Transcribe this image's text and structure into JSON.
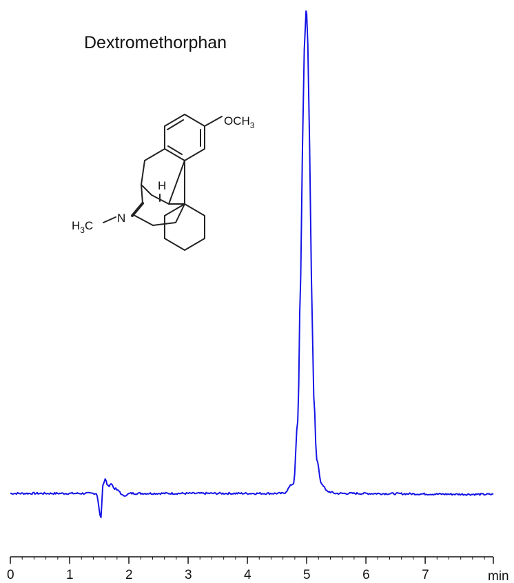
{
  "chart_data": {
    "type": "line",
    "title": "Dextromethorphan",
    "xlabel": "",
    "ylabel": "",
    "x_unit_label": "min",
    "xlim": [
      0,
      8.15
    ],
    "ylim": [
      -0.1,
      1.0
    ],
    "x_ticks": [
      0,
      1,
      2,
      3,
      4,
      5,
      6,
      7
    ],
    "x_tick_labels": [
      "0",
      "1",
      "2",
      "3",
      "4",
      "5",
      "6",
      "7"
    ],
    "grid": false,
    "legend": "none",
    "series": [
      {
        "color": "#1414e6",
        "x": [
          0,
          1.2,
          1.45,
          1.53,
          1.56,
          1.6,
          1.65,
          1.7,
          1.76,
          1.83,
          1.9,
          1.96,
          2.02,
          2.1,
          2.5,
          4.6,
          4.78,
          4.85,
          4.9,
          4.93,
          4.96,
          4.99,
          5.0,
          5.02,
          5.05,
          5.08,
          5.12,
          5.17,
          5.25,
          5.35,
          5.5,
          8.15
        ],
        "y": [
          0,
          0,
          0,
          -0.05,
          0.015,
          0.03,
          0.015,
          0.02,
          0.01,
          0.005,
          -0.005,
          -0.003,
          0,
          0,
          0,
          0,
          0.02,
          0.15,
          0.45,
          0.72,
          0.92,
          1.0,
          0.995,
          0.93,
          0.72,
          0.45,
          0.2,
          0.07,
          0.02,
          0.004,
          0,
          -0.002
        ]
      }
    ]
  },
  "structure": {
    "substituent_top": "OCH",
    "substituent_top_sub": "3",
    "hydrogen": "H",
    "nitrogen": "N",
    "methyl": "H",
    "methyl_sub": "3",
    "methyl_c": "C"
  }
}
